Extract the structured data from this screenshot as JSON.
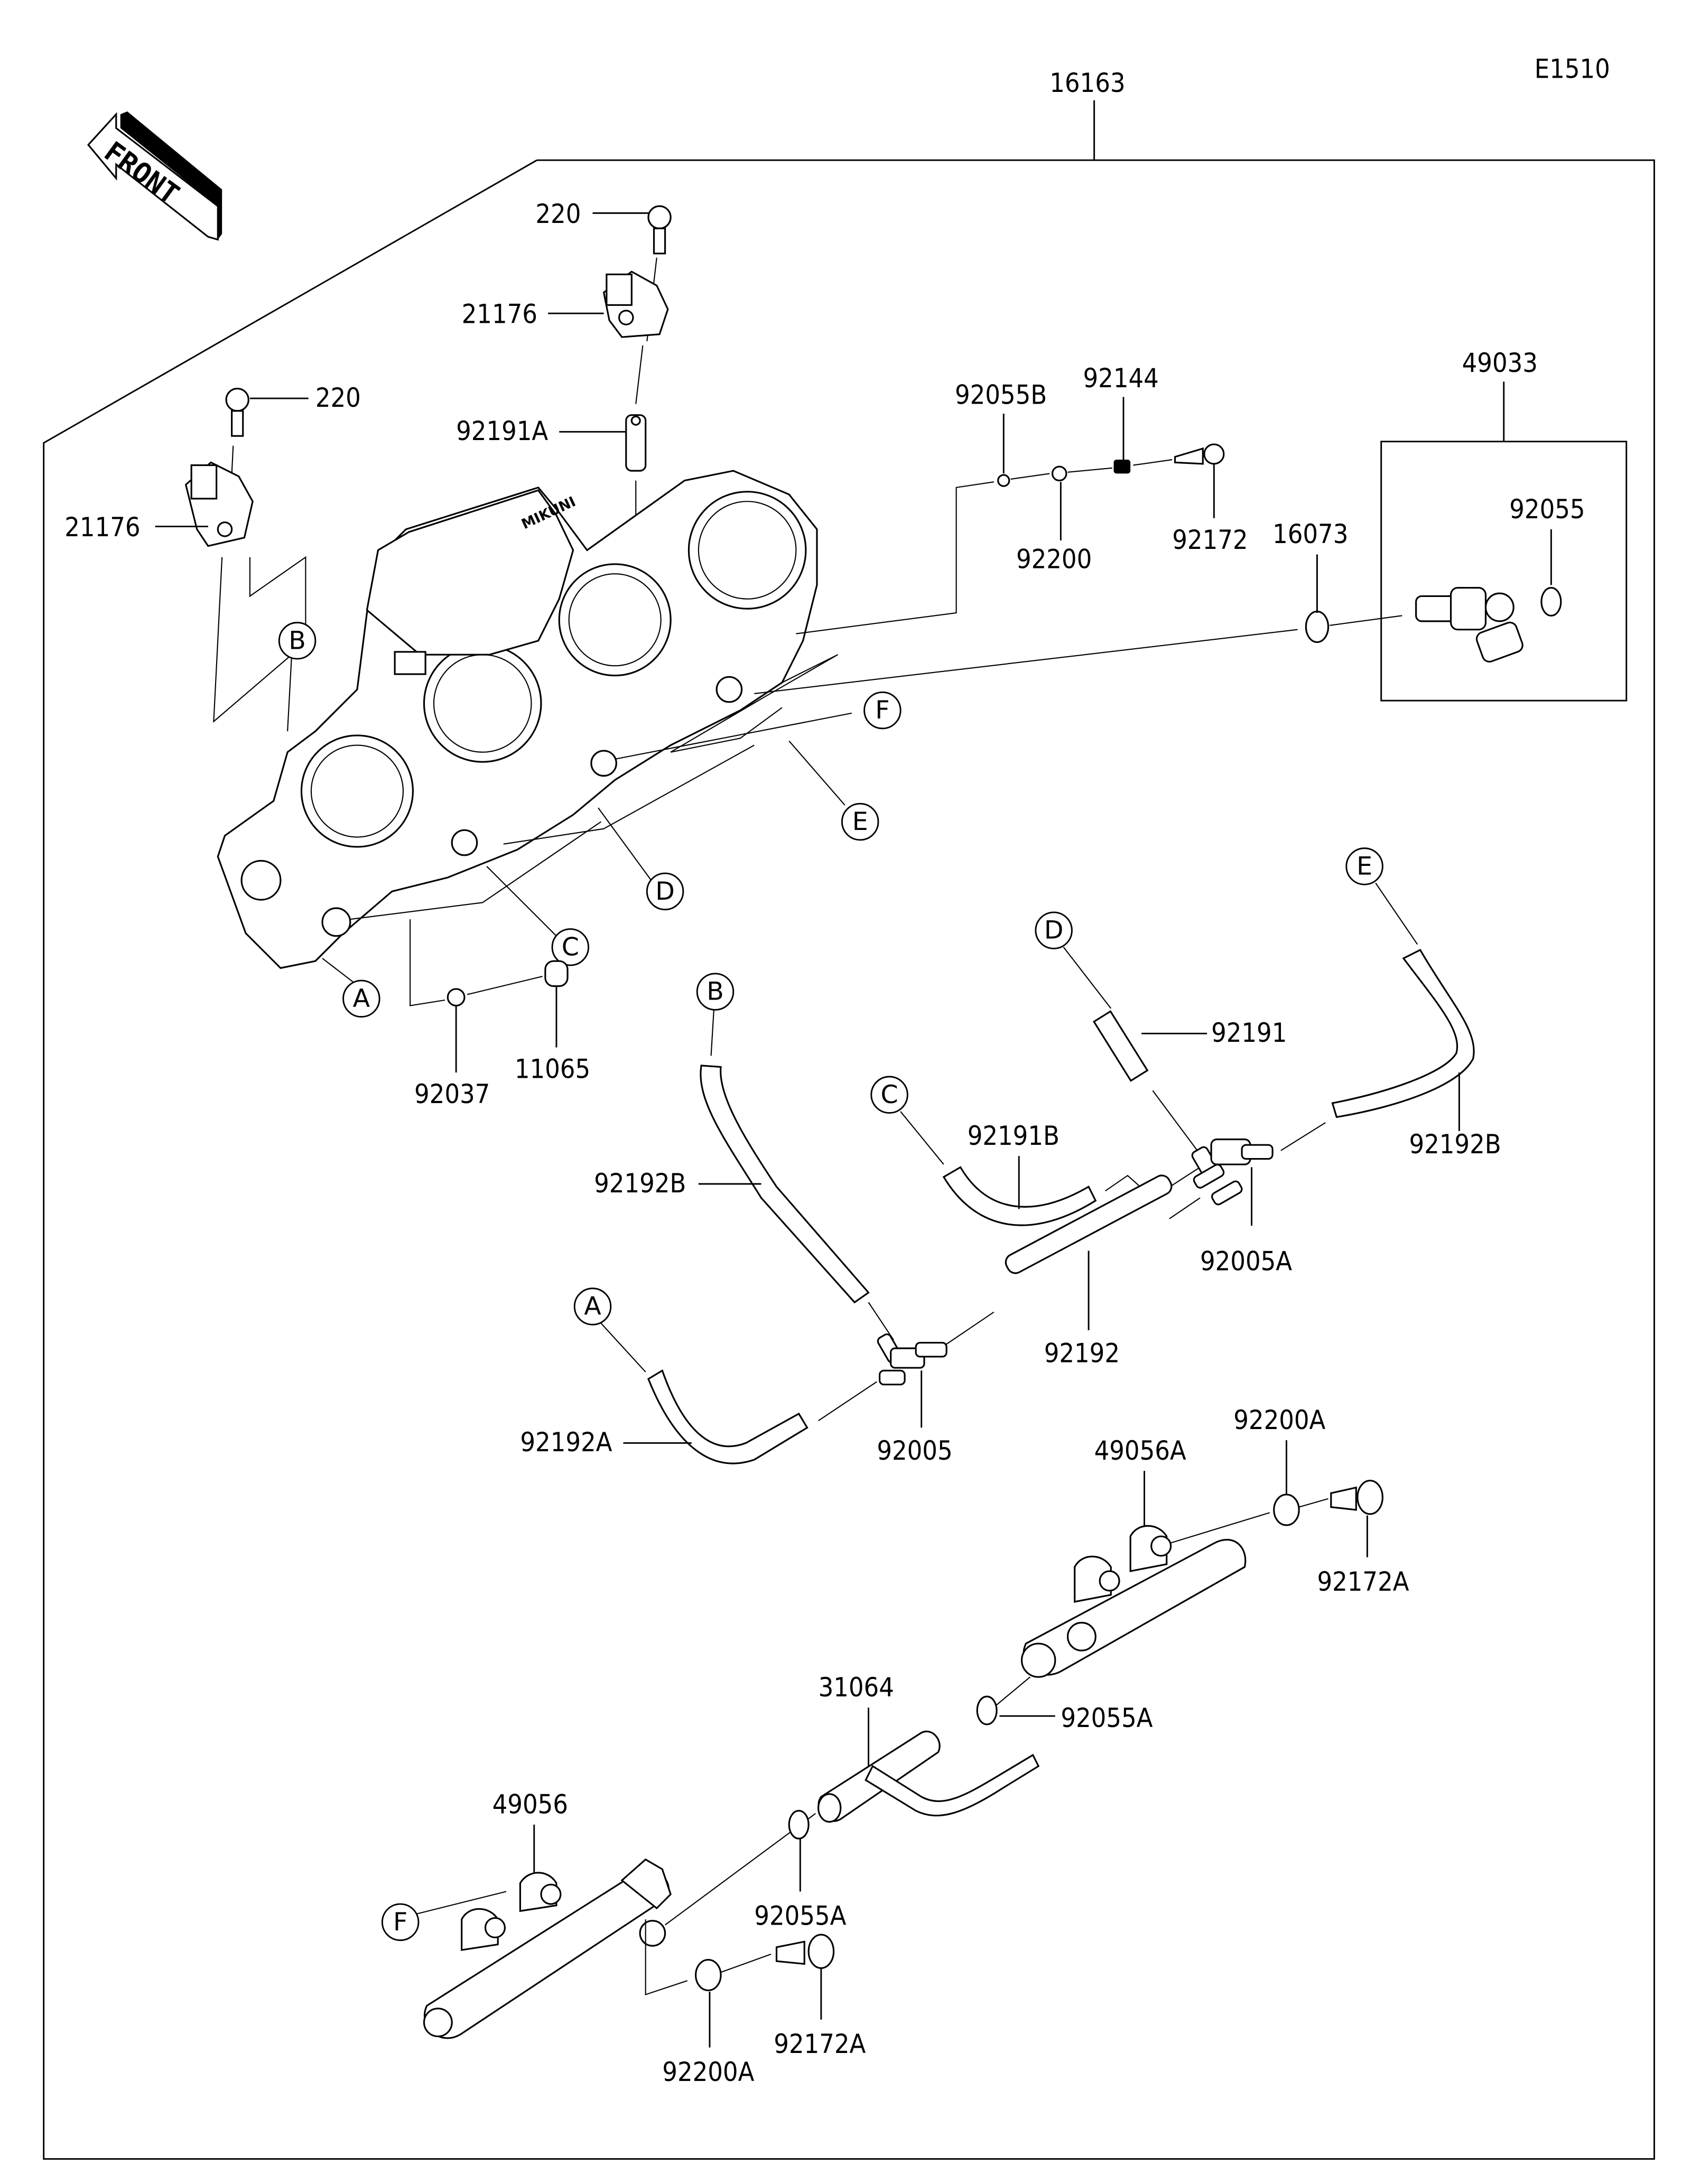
{
  "diagram": {
    "code": "E1510",
    "assembly_part": "16163",
    "front_indicator": "FRONT",
    "callouts": {
      "top_screw": "220",
      "top_sensor": "21176",
      "hose_92191A": "92191A",
      "left_screw": "220",
      "left_sensor": "21176",
      "washer_92055B": "92055B",
      "spacer_92144": "92144",
      "washer_92200": "92200",
      "screw_92172": "92172",
      "washer_16073": "16073",
      "sensor_kit": "49033",
      "oring_92055": "92055",
      "clamp_92037": "92037",
      "cap_11065": "11065",
      "hose_92191": "92191",
      "hose_92191B": "92191B",
      "hose_92192B_left": "92192B",
      "hose_92192B_right": "92192B",
      "joint_92005A": "92005A",
      "hose_92192": "92192",
      "hose_92192A": "92192A",
      "joint_92005": "92005",
      "washer_92200A_top": "92200A",
      "rail_49056A": "49056A",
      "bolt_92172A_top": "92172A",
      "oring_92055A_top": "92055A",
      "pipe_31064": "31064",
      "rail_49056": "49056",
      "oring_92055A_bottom": "92055A",
      "washer_92200A_bottom": "92200A",
      "bolt_92172A_bottom": "92172A"
    },
    "reference_markers": {
      "A_body": "A",
      "B_body": "B",
      "C_body": "C",
      "D_body": "D",
      "E_body": "E",
      "F_body": "F",
      "A_hose": "A",
      "B_hose": "B",
      "C_hose": "C",
      "D_hose": "D",
      "E_hose": "E",
      "F_rail": "F"
    }
  }
}
